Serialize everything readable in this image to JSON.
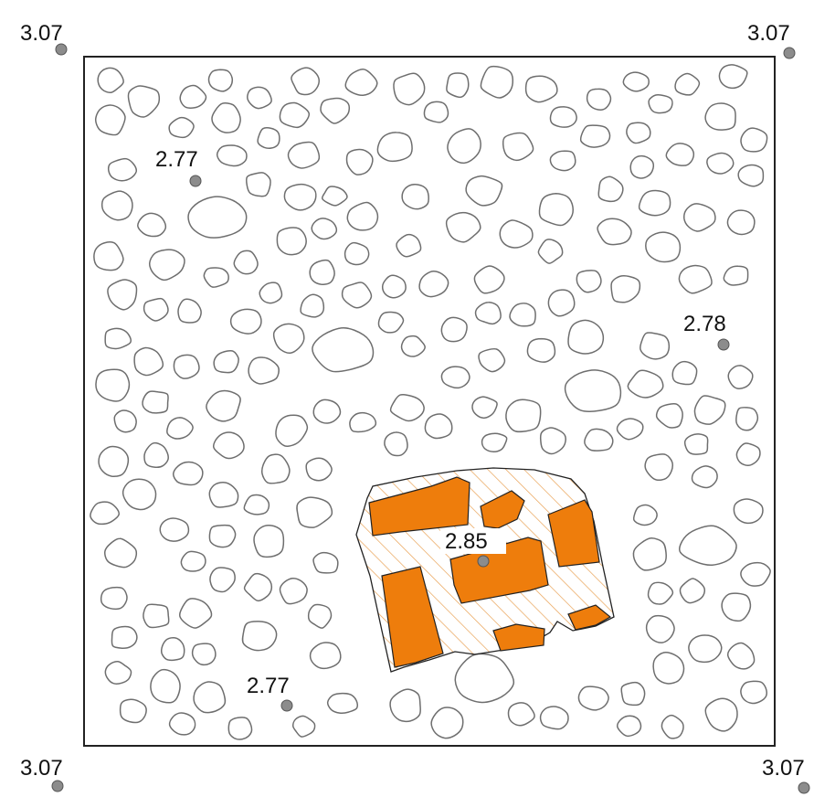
{
  "colors": {
    "frame": "#222222",
    "stone_stroke": "#6e6e6e",
    "block_fill": "#ee7d0c",
    "hatch": "#e9a255",
    "point": "#8c8c8c"
  },
  "points": [
    {
      "id": "corner-top-left",
      "label": "3.07"
    },
    {
      "id": "corner-top-right",
      "label": "3.07"
    },
    {
      "id": "corner-bottom-left",
      "label": "3.07"
    },
    {
      "id": "corner-bottom-right",
      "label": "3.07"
    },
    {
      "id": "point-upper-left",
      "label": "2.77"
    },
    {
      "id": "point-right",
      "label": "2.78"
    },
    {
      "id": "point-center",
      "label": "2.85"
    },
    {
      "id": "point-lower-left",
      "label": "2.77"
    }
  ]
}
